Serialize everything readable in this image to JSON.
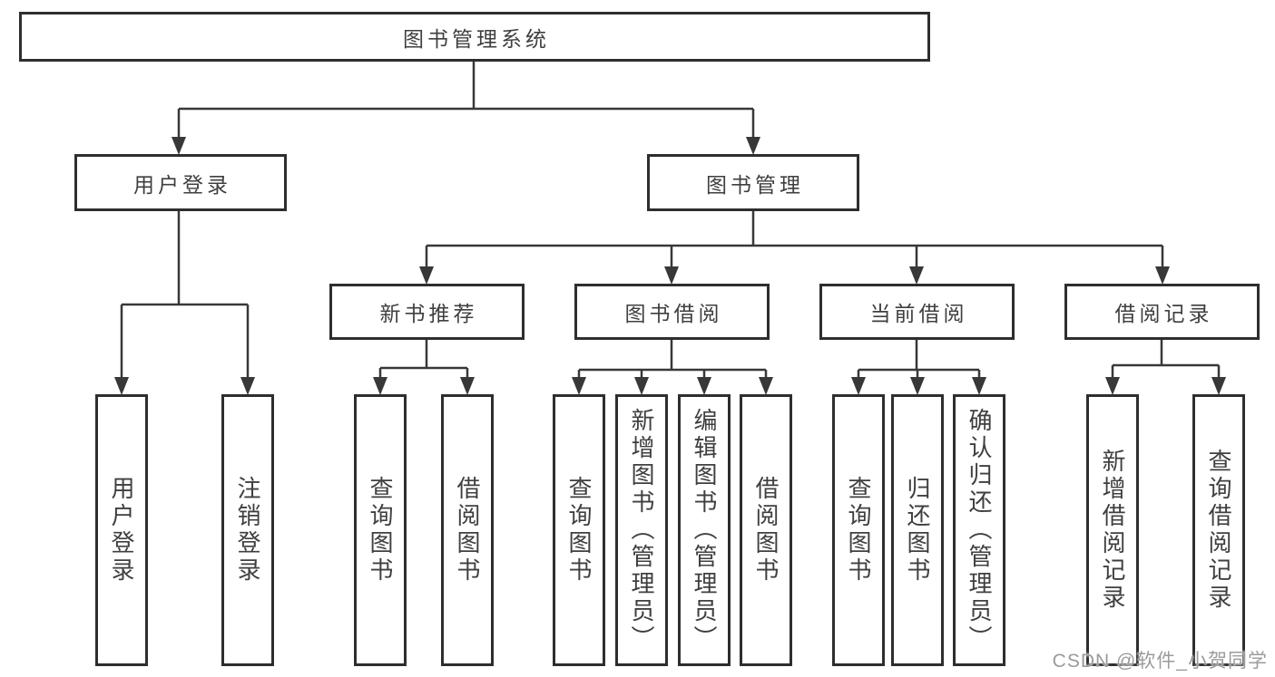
{
  "diagram": {
    "title": "图书管理系统",
    "level2": [
      {
        "id": "user-login",
        "label": "用户登录"
      },
      {
        "id": "book-management",
        "label": "图书管理"
      }
    ],
    "level3": [
      {
        "id": "new-book-recommend",
        "label": "新书推荐",
        "parent": "图书管理"
      },
      {
        "id": "book-borrow",
        "label": "图书借阅",
        "parent": "图书管理"
      },
      {
        "id": "current-borrow",
        "label": "当前借阅",
        "parent": "图书管理"
      },
      {
        "id": "borrow-records",
        "label": "借阅记录",
        "parent": "图书管理"
      }
    ],
    "leaves": [
      {
        "label": "用户登录",
        "parent": "用户登录"
      },
      {
        "label": "注销登录",
        "parent": "用户登录"
      },
      {
        "label": "查询图书",
        "parent": "新书推荐"
      },
      {
        "label": "借阅图书",
        "parent": "新书推荐"
      },
      {
        "label": "查询图书",
        "parent": "图书借阅"
      },
      {
        "label": "新增图书（管理员）",
        "parent": "图书借阅"
      },
      {
        "label": "编辑图书（管理员）",
        "parent": "图书借阅"
      },
      {
        "label": "借阅图书",
        "parent": "图书借阅"
      },
      {
        "label": "查询图书",
        "parent": "当前借阅"
      },
      {
        "label": "归还图书",
        "parent": "当前借阅"
      },
      {
        "label": "确认归还（管理员）",
        "parent": "当前借阅"
      },
      {
        "label": "新增借阅记录",
        "parent": "借阅记录"
      },
      {
        "label": "查询借阅记录",
        "parent": "借阅记录"
      }
    ]
  },
  "watermark": {
    "text": "CSDN @软件_小贺同学"
  },
  "colors": {
    "line": "#383838",
    "box_border": "#2e2e2e",
    "text": "#3f3f3f",
    "watermark": "#9b9b9b",
    "background": "#ffffff"
  }
}
